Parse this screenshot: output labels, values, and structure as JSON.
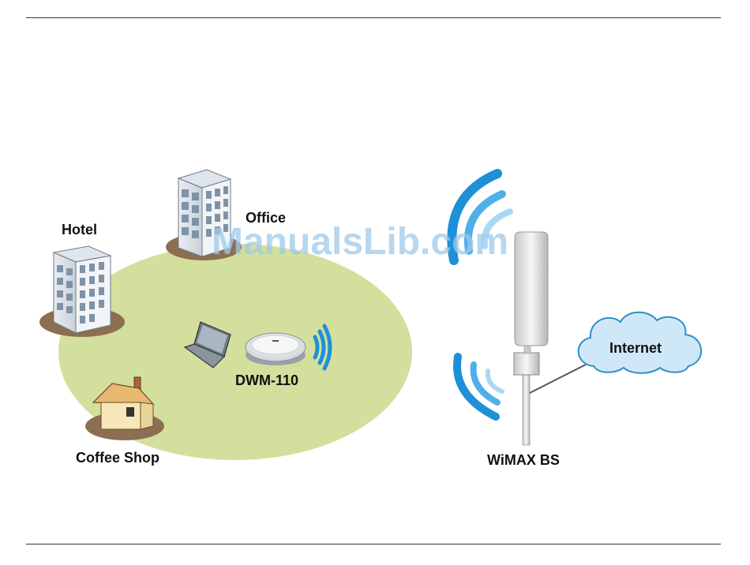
{
  "labels": {
    "hotel": "Hotel",
    "office": "Office",
    "coffee_shop": "Coffee Shop",
    "device": "DWM-110",
    "base_station": "WiMAX BS",
    "internet": "Internet"
  },
  "watermark": "ManualsLib.com",
  "colors": {
    "coverage": "#d3df9c",
    "ground": "#8c6e52",
    "signal": "#1e90d8",
    "cloud": "#cfe8f7",
    "cloud_stroke": "#2e8fc9",
    "watermark": "#9ec9ea"
  },
  "icons": [
    "hotel-building-icon",
    "office-building-icon",
    "coffee-shop-house-icon",
    "laptop-icon",
    "dwm-110-modem-icon",
    "signal-waves-icon",
    "wimax-tower-icon",
    "internet-cloud-icon"
  ]
}
